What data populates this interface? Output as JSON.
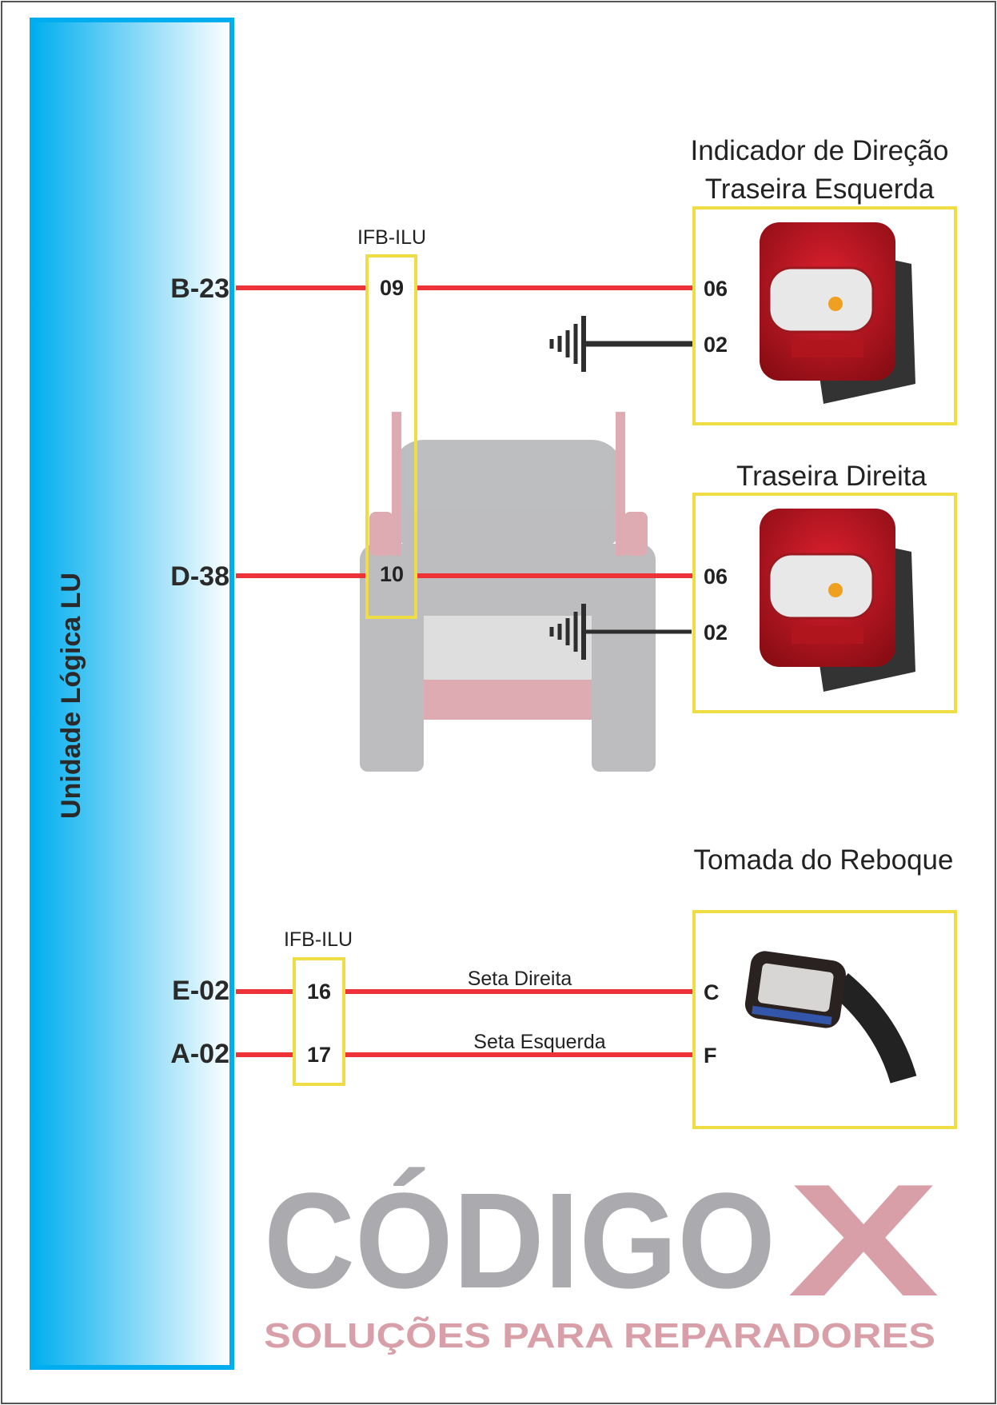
{
  "unit": {
    "label": "Unidade Lógica LU",
    "pins": [
      "B-23",
      "D-38",
      "E-02",
      "A-02"
    ]
  },
  "connector_top": {
    "label": "IFB-ILU",
    "pins": [
      "09",
      "10"
    ]
  },
  "connector_bottom": {
    "label": "IFB-ILU",
    "pins": [
      "16",
      "17"
    ]
  },
  "left_lamp": {
    "title_line1": "Indicador de Direção",
    "title_line2": "Traseira Esquerda",
    "pins": [
      "06",
      "02"
    ]
  },
  "right_lamp": {
    "title": "Traseira Direita",
    "pins": [
      "06",
      "02"
    ]
  },
  "trailer_socket": {
    "title": "Tomada do Reboque",
    "pins": [
      "C",
      "F"
    ]
  },
  "wires": {
    "right_signal": "Seta Direita",
    "left_signal": "Seta Esquerda"
  },
  "watermark": {
    "brand": "CÓDIGO",
    "brand_x": "X",
    "tagline": "SOLUÇÕES PARA REPARADORES"
  },
  "colors": {
    "wire": "#ee3338",
    "unit": "#00aeef",
    "box": "#eedd44",
    "ground": "#2e2e2e"
  }
}
